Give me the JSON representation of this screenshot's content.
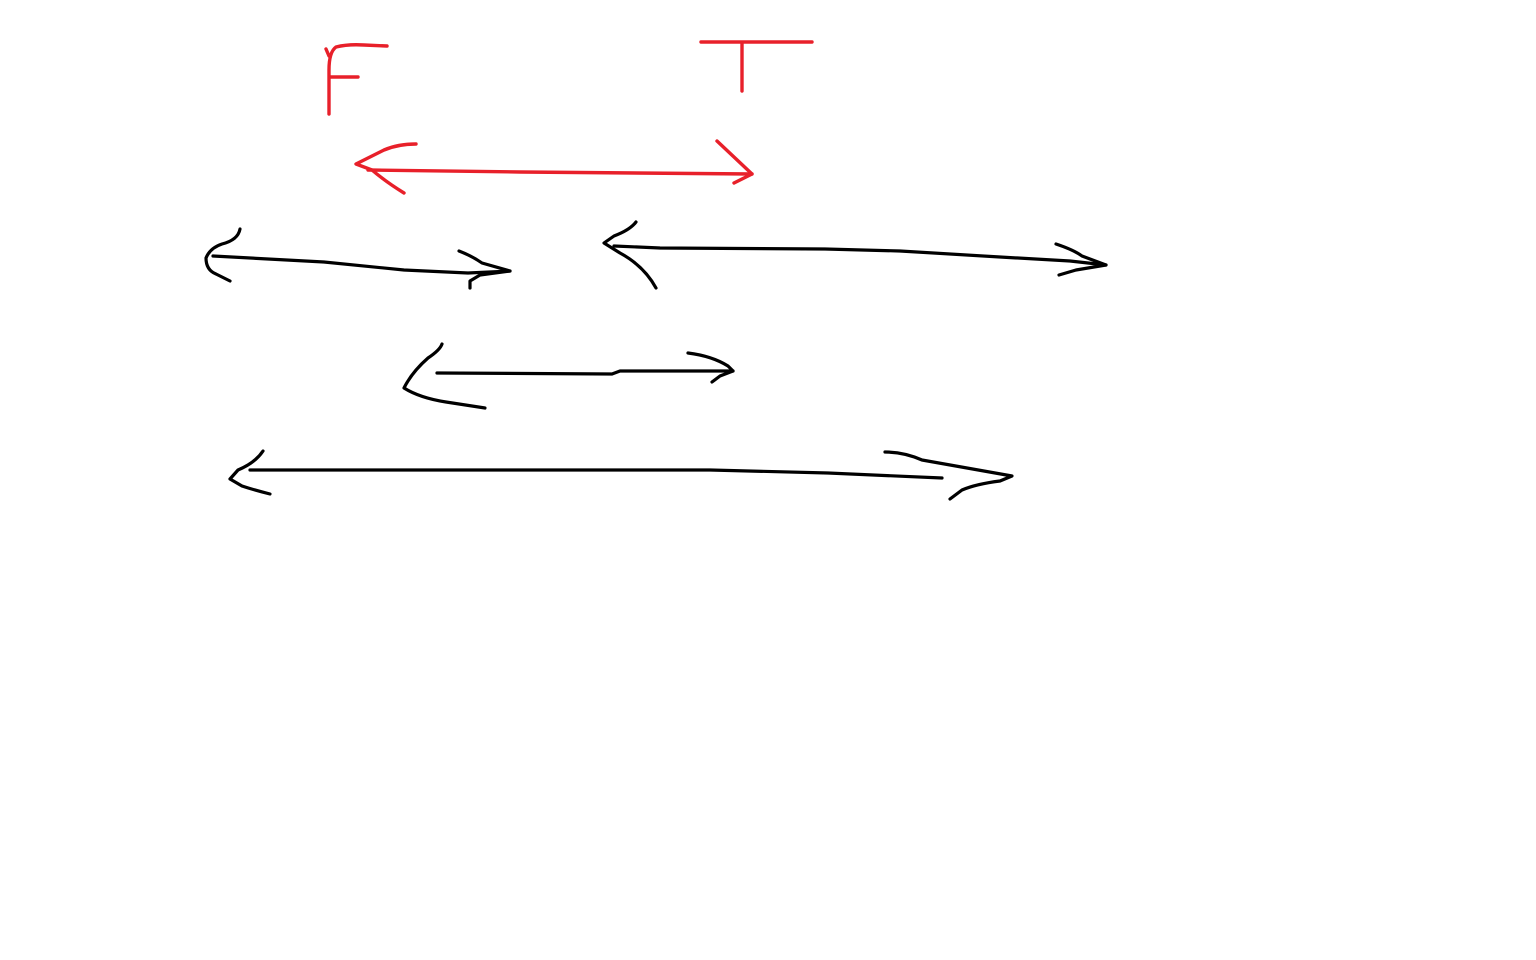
{
  "canvas": {
    "background": "#ffffff"
  },
  "colors": {
    "highlight": "#e8202a",
    "ink": "#000000"
  },
  "diagram": {
    "start_label": "F",
    "end_label": "T",
    "reference_range": {
      "name": "red-range",
      "color": "#e8202a"
    },
    "ranges": [
      {
        "name": "range-1",
        "color": "#000000"
      },
      {
        "name": "range-2",
        "color": "#000000"
      },
      {
        "name": "range-3",
        "color": "#000000"
      },
      {
        "name": "range-4",
        "color": "#000000"
      }
    ]
  }
}
